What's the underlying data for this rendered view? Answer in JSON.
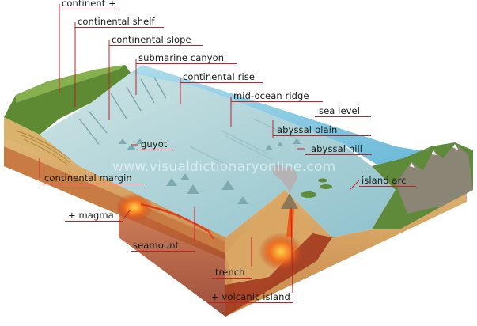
{
  "labels": {
    "continent": "continent +",
    "continental_shelf": "continental shelf",
    "continental_slope": "continental slope",
    "submarine_canyon": "submarine canyon",
    "continental_rise": "continental rise",
    "mid_ocean_ridge": "mid-ocean ridge",
    "sea_level": "sea level",
    "abyssal_plain": "abyssal plain",
    "guyot": "guyot",
    "abyssal_hill": "abyssal hill",
    "continental_margin": "continental margin",
    "island_arc": "island arc",
    "magma": "+ magma",
    "seamount": "seamount",
    "trench": "trench",
    "volcanic_island": "+ volcanic island"
  },
  "watermark": "www.visualdictionaryonline.com",
  "colors": {
    "leader_line": "#c4202a",
    "ocean_surface": "#7fc6e0",
    "sea_floor": "#b9d8dc",
    "land": "#5d8a33",
    "sediment": "#e6c78a",
    "crust": "#c98a4a",
    "magma": "#e8611c"
  }
}
